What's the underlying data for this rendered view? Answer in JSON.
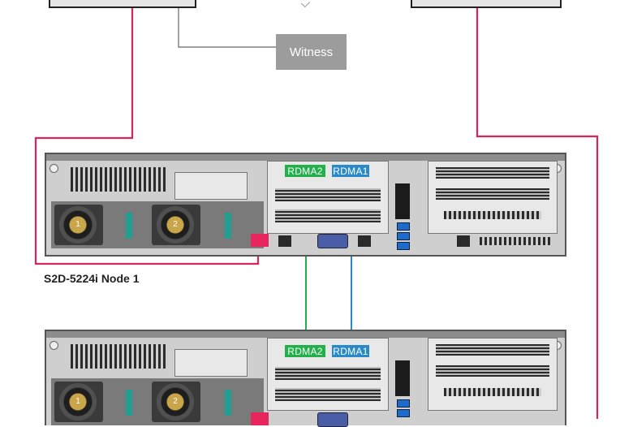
{
  "witness": {
    "label": "Witness"
  },
  "node1": {
    "label": "S2D-5224i Node 1",
    "nic_rdma2": "RDMA2",
    "nic_rdma1": "RDMA1",
    "psu1": "1",
    "psu2": "2"
  },
  "node2": {
    "nic_rdma2": "RDMA2",
    "nic_rdma1": "RDMA1",
    "psu1": "1",
    "psu2": "2"
  },
  "colors": {
    "uplink": "#d7265e",
    "witness_link": "#666666",
    "rdma2_link": "#22b04b",
    "rdma1_link": "#2a8ac9",
    "switch": "#e6e6e6"
  }
}
